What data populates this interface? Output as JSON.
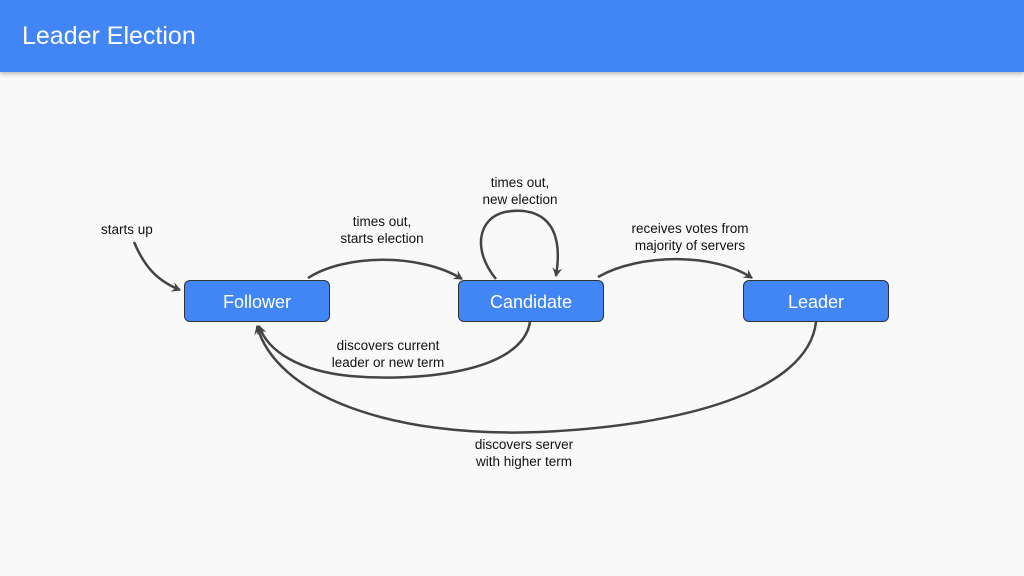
{
  "header": {
    "title": "Leader Election"
  },
  "colors": {
    "header_background": "#4285f4",
    "state_fill": "#4285f4",
    "arrow": "#444444",
    "page_background": "#f9f9f9"
  },
  "states": {
    "follower": "Follower",
    "candidate": "Candidate",
    "leader": "Leader"
  },
  "transitions": {
    "start": {
      "from": "",
      "to": "Follower",
      "label": [
        "starts up"
      ]
    },
    "follower_to_candidate": {
      "from": "Follower",
      "to": "Candidate",
      "label": [
        "times out,",
        "starts election"
      ]
    },
    "candidate_self": {
      "from": "Candidate",
      "to": "Candidate",
      "label": [
        "times out,",
        "new election"
      ]
    },
    "candidate_to_leader": {
      "from": "Candidate",
      "to": "Leader",
      "label": [
        "receives votes from",
        "majority of servers"
      ]
    },
    "candidate_to_follower": {
      "from": "Candidate",
      "to": "Follower",
      "label": [
        "discovers current",
        "leader or new term"
      ]
    },
    "leader_to_follower": {
      "from": "Leader",
      "to": "Follower",
      "label": [
        "discovers server",
        "with higher term"
      ]
    }
  }
}
